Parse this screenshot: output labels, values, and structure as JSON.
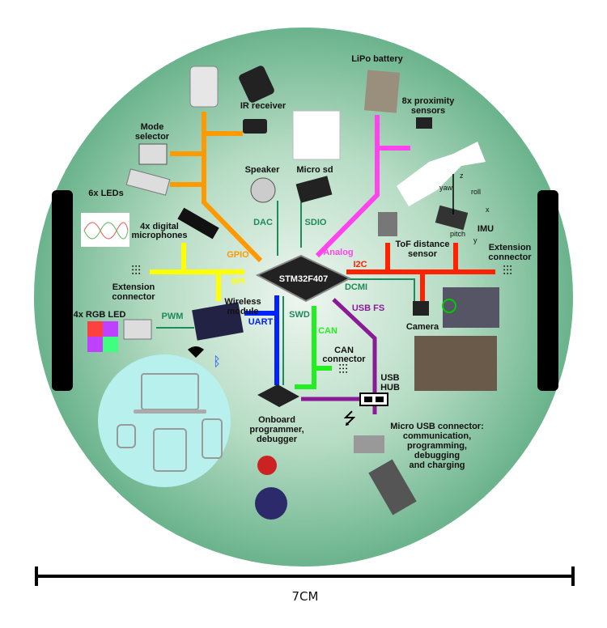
{
  "title": "Robot hardware block diagram",
  "mcu": "STM32F407",
  "components": {
    "ir_receiver": "IR receiver",
    "mode_selector": [
      "Mode",
      "selector"
    ],
    "leds": "6x LEDs",
    "microphones": [
      "4x digital",
      "microphones"
    ],
    "extension_left": [
      "Extension",
      "connector"
    ],
    "rgb_led": "4x RGB LED",
    "wireless": [
      "Wireless",
      "module"
    ],
    "speaker": "Speaker",
    "micro_sd": "Micro sd",
    "lipo": "LiPo battery",
    "proximity": [
      "8x proximity",
      "sensors"
    ],
    "imu": "IMU",
    "tof": [
      "ToF distance",
      "sensor"
    ],
    "extension_right": [
      "Extension",
      "connector"
    ],
    "camera": "Camera",
    "can_connector": [
      "CAN",
      "connector"
    ],
    "usb_hub": [
      "USB",
      "HUB"
    ],
    "programmer": [
      "Onboard",
      "programmer,",
      "debugger"
    ],
    "micro_usb": [
      "Micro USB connector:",
      "communication,",
      "programming,",
      "debugging",
      "and charging"
    ]
  },
  "imu_axes": {
    "z": "z",
    "x": "x",
    "y": "y",
    "yaw": "yaw",
    "roll": "roll",
    "pitch": "pitch"
  },
  "buses": {
    "gpio": "GPIO",
    "spi": "SPI",
    "pwm": "PWM",
    "uart": "UART",
    "swd": "SWD",
    "can": "CAN",
    "usb_fs": "USB FS",
    "dcmi": "DCMI",
    "i2c": "I2C",
    "analog": "Analog",
    "dac": "DAC",
    "sdio": "SDIO"
  },
  "colors": {
    "gpio": "#ff9900",
    "spi": "#ffff00",
    "analog": "#ff44ee",
    "i2c": "#ff2200",
    "uart": "#0022ff",
    "can": "#22ee22",
    "usb": "#8a1a96",
    "thin": "#1f8a5a",
    "background": "#72b892"
  },
  "scale_label": "7CM"
}
